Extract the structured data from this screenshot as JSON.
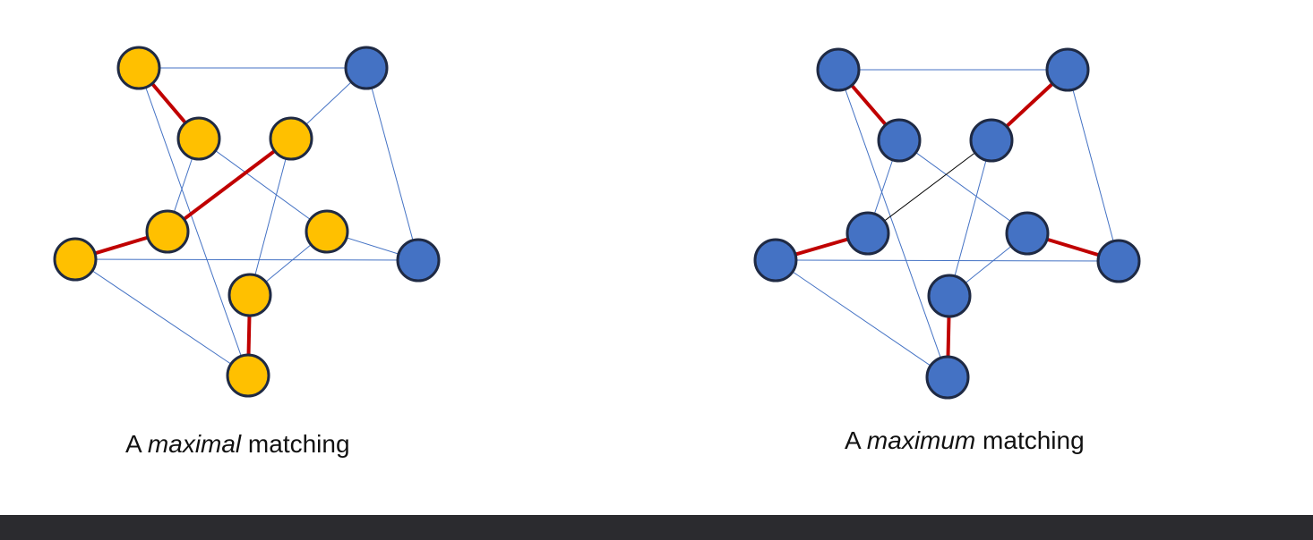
{
  "colors": {
    "edge": "#4472c4",
    "matched_edge": "#c00000",
    "plain_black_edge": "#000000",
    "node_blue": "#4472c4",
    "node_gold": "#ffc000",
    "node_outline": "#1f2a44",
    "bottom_bar": "#2b2b2f"
  },
  "graphs": [
    {
      "id": "maximal",
      "caption": {
        "prefix": "A ",
        "emphasis": "maximal",
        "suffix": " matching"
      },
      "node_colors": [
        "gold",
        "blue",
        "blue",
        "gold",
        "gold",
        "gold",
        "gold",
        "gold",
        "gold",
        "gold"
      ],
      "edges": [
        {
          "a": 0,
          "b": 1,
          "type": "normal"
        },
        {
          "a": 1,
          "b": 2,
          "type": "normal"
        },
        {
          "a": 2,
          "b": 3,
          "type": "normal"
        },
        {
          "a": 3,
          "b": 4,
          "type": "normal"
        },
        {
          "a": 4,
          "b": 0,
          "type": "normal"
        },
        {
          "a": 0,
          "b": 5,
          "type": "matched"
        },
        {
          "a": 1,
          "b": 6,
          "type": "normal"
        },
        {
          "a": 2,
          "b": 7,
          "type": "normal"
        },
        {
          "a": 3,
          "b": 8,
          "type": "matched"
        },
        {
          "a": 4,
          "b": 9,
          "type": "matched"
        },
        {
          "a": 5,
          "b": 7,
          "type": "normal"
        },
        {
          "a": 7,
          "b": 9,
          "type": "normal"
        },
        {
          "a": 9,
          "b": 6,
          "type": "normal"
        },
        {
          "a": 6,
          "b": 8,
          "type": "matched"
        },
        {
          "a": 8,
          "b": 5,
          "type": "normal"
        }
      ]
    },
    {
      "id": "maximum",
      "caption": {
        "prefix": "A ",
        "emphasis": "maximum",
        "suffix": " matching"
      },
      "node_colors": [
        "blue",
        "blue",
        "blue",
        "blue",
        "blue",
        "blue",
        "blue",
        "blue",
        "blue",
        "blue"
      ],
      "edges": [
        {
          "a": 0,
          "b": 1,
          "type": "normal"
        },
        {
          "a": 1,
          "b": 2,
          "type": "normal"
        },
        {
          "a": 2,
          "b": 3,
          "type": "normal"
        },
        {
          "a": 3,
          "b": 4,
          "type": "normal"
        },
        {
          "a": 4,
          "b": 0,
          "type": "normal"
        },
        {
          "a": 0,
          "b": 5,
          "type": "matched"
        },
        {
          "a": 1,
          "b": 6,
          "type": "matched"
        },
        {
          "a": 2,
          "b": 7,
          "type": "matched"
        },
        {
          "a": 3,
          "b": 8,
          "type": "matched"
        },
        {
          "a": 4,
          "b": 9,
          "type": "matched"
        },
        {
          "a": 5,
          "b": 7,
          "type": "normal"
        },
        {
          "a": 7,
          "b": 9,
          "type": "normal"
        },
        {
          "a": 9,
          "b": 6,
          "type": "normal"
        },
        {
          "a": 6,
          "b": 8,
          "type": "black"
        },
        {
          "a": 8,
          "b": 5,
          "type": "normal"
        }
      ]
    }
  ]
}
